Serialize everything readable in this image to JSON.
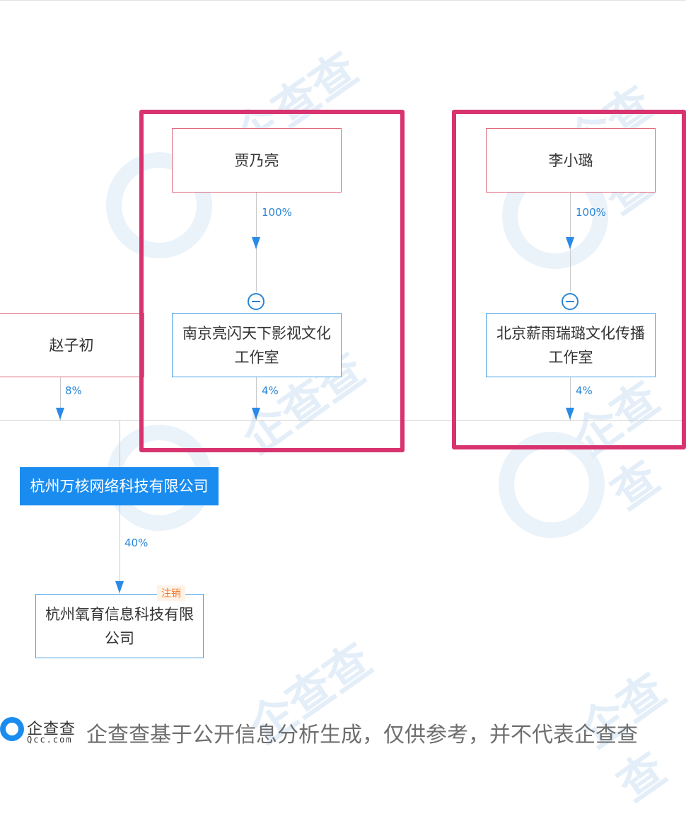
{
  "watermark_text": "企查查",
  "nodes": {
    "jia": "贾乃亮",
    "li": "李小璐",
    "zhao": "赵子初",
    "nanjing_line1": "南京亮闪天下影视文化",
    "nanjing_line2": "工作室",
    "beijing_line1": "北京薪雨瑞璐文化传播",
    "beijing_line2": "工作室",
    "hz_wanhe": "杭州万核网络科技有限公司",
    "hz_yangyu_line1": "杭州氧育信息科技有限",
    "hz_yangyu_line2": "公司",
    "status_tag": "注销"
  },
  "edges": {
    "jia_to_nanjing": "100%",
    "li_to_beijing": "100%",
    "zhao_to_wanhe": "8%",
    "nanjing_to_wanhe": "4%",
    "beijing_to_wanhe": "4%",
    "wanhe_to_yangyu": "40%"
  },
  "colors": {
    "highlight": "#d8326f",
    "person_border": "#e06a7e",
    "company_border": "#4aa3e6",
    "root_fill": "#1a8cf0",
    "tag_text": "#f07a2a"
  },
  "footer": {
    "brand_cn": "企查查",
    "brand_en": "Qcc.com",
    "disclaimer": "企查查基于公开信息分析生成，仅供参考，并不代表企查查"
  },
  "icons": [
    "collapse-icon",
    "arrow-down-icon",
    "qcc-logo-icon"
  ]
}
